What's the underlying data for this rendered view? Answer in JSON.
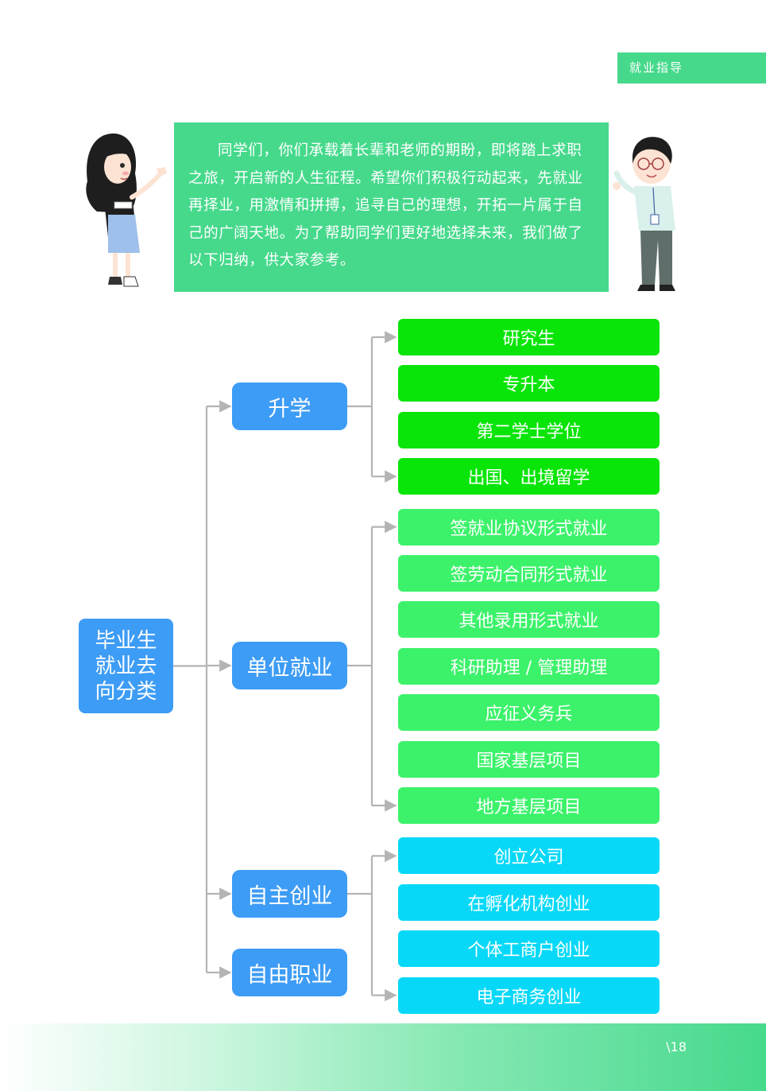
{
  "header": {
    "section_title": "就业指导"
  },
  "intro": {
    "text": "同学们，你们承载着长辈和老师的期盼，即将踏上求职之旅，开启新的人生征程。希望你们积极行动起来，先就业再择业，用激情和拼搏，追寻自己的理想，开拓一片属于自己的广阔天地。为了帮助同学们更好地选择未来，我们做了以下归纳，供大家参考。"
  },
  "diagram": {
    "root": "毕业生就业去向分类",
    "groups": [
      {
        "label": "升学",
        "children": [
          "研究生",
          "专升本",
          "第二学士学位",
          "出国、出境留学"
        ]
      },
      {
        "label": "单位就业",
        "children": [
          "签就业协议形式就业",
          "签劳动合同形式就业",
          "其他录用形式就业",
          "科研助理 / 管理助理",
          "应征义务兵",
          "国家基层项目",
          "地方基层项目"
        ]
      },
      {
        "label": "自主创业",
        "children": [
          "创立公司",
          "在孵化机构创业",
          "个体工商户创业",
          "电子商务创业"
        ]
      },
      {
        "label": "自由职业",
        "children": []
      }
    ]
  },
  "colors": {
    "accent_green": "#46d98c",
    "node_blue": "#3d9cf5",
    "leaf_green_1": "#09e508",
    "leaf_green_2": "#3cf26a",
    "leaf_cyan": "#08d8f8",
    "connector": "#b4b4b4"
  },
  "footer": {
    "page_number": "\\18"
  }
}
